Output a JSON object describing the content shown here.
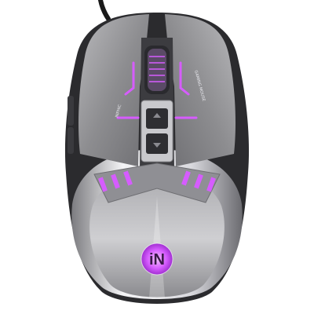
{
  "product": {
    "logo_text": "iN",
    "side_text_left": "INPHIC",
    "side_text_right": "GAMING MOUSE"
  },
  "colors": {
    "background": "#ffffff",
    "shell_metal": "#9a9a9c",
    "shell_metal_dark": "#5e5e62",
    "chrome_trim": "#e8e8ec",
    "led_accent": "#d65cff",
    "cable": "#1a1a1a"
  },
  "icons": {
    "logo": "inphic-logo-icon",
    "scroll_wheel": "scroll-wheel-icon",
    "dpi_buttons": "dpi-button-icon",
    "side_buttons": "side-button-icon"
  }
}
